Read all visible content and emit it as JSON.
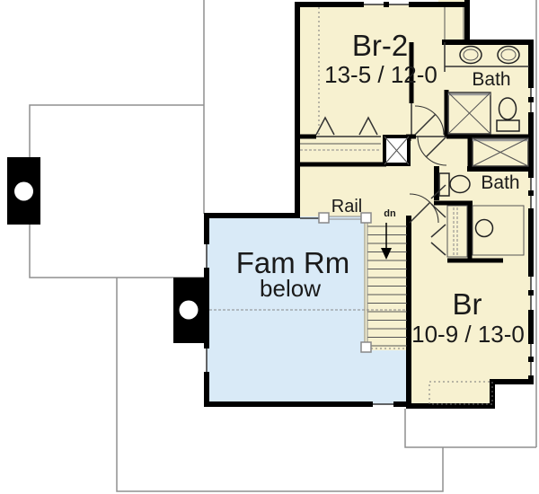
{
  "plan": {
    "type": "second-floor-plan",
    "rooms": {
      "br2": {
        "name": "Br-2",
        "dims": "13-5 / 12-0"
      },
      "bath1": {
        "label": "Bath"
      },
      "bath2": {
        "label": "Bath"
      },
      "fam_rm": {
        "name": "Fam Rm",
        "note": "below"
      },
      "br": {
        "name": "Br",
        "dims": "10-9 / 13-0"
      }
    },
    "stairs": {
      "rail_label": "Rail",
      "down_label": "dn"
    }
  },
  "colors": {
    "floor": "#f7f1d0",
    "open_below": "#d9eaf7",
    "wall": "#000000",
    "lower_outline": "#8f8f8f",
    "text": "#1a1a1a"
  }
}
